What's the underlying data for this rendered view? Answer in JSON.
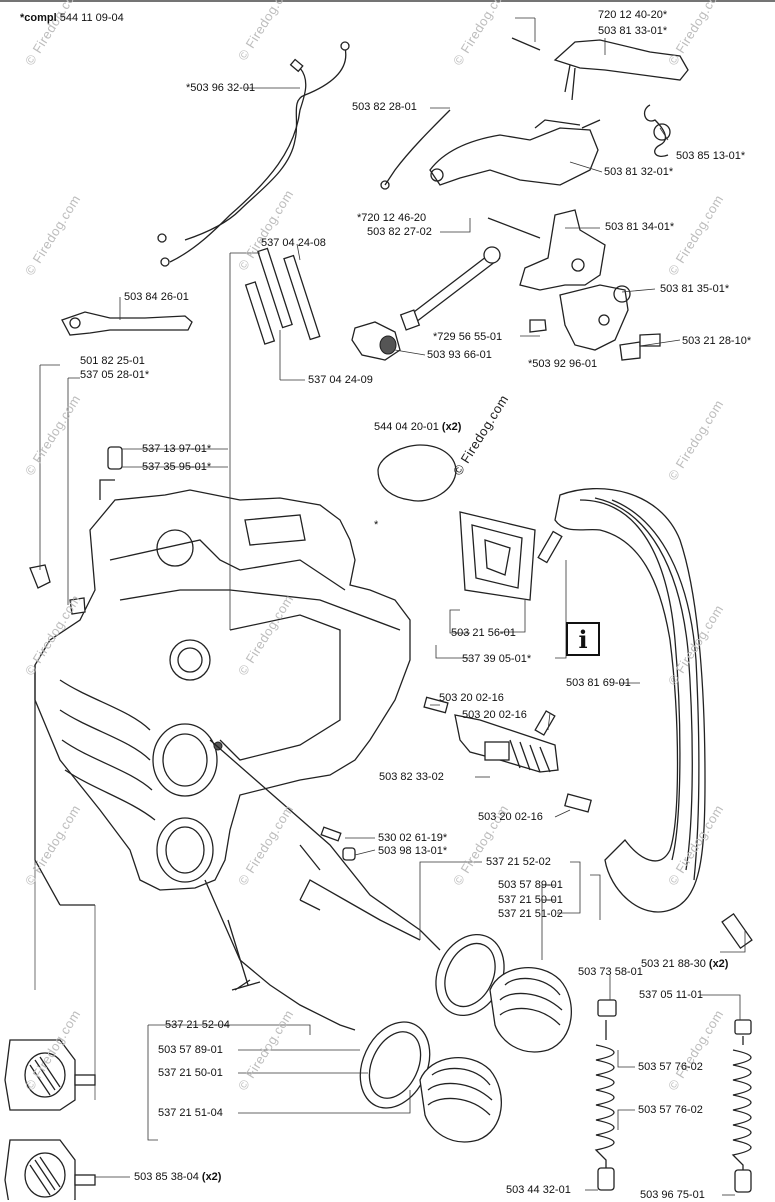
{
  "header": {
    "compl_prefix": "*compl",
    "compl_number": "544 11 09-04"
  },
  "watermark": {
    "text": "Firedog.com",
    "symbol": "©"
  },
  "info_symbol": "i",
  "labels": {
    "l_720_12_40_20": "720 12 40-20*",
    "l_503_81_33_01": "503 81 33-01*",
    "l_503_96_32_01": "*503 96 32-01",
    "l_503_82_28_01": "503 82 28-01",
    "l_503_85_13_01": "503 85 13-01*",
    "l_503_81_32_01": "503 81 32-01*",
    "l_720_12_46_20": "*720 12 46-20",
    "l_503_82_27_02": "503 82 27-02",
    "l_503_81_34_01": "503 81 34-01*",
    "l_537_04_24_08": "537 04 24-08",
    "l_503_81_35_01": "503 81 35-01*",
    "l_503_84_26_01": "503 84 26-01",
    "l_729_56_55_01": "*729 56 55-01",
    "l_503_21_28_10": "503 21 28-10*",
    "l_503_93_66_01": "503 93 66-01",
    "l_503_92_96_01": "*503 92 96-01",
    "l_501_82_25_01": "501 82 25-01",
    "l_537_05_28_01": "537 05 28-01*",
    "l_537_04_24_09": "537 04 24-09",
    "l_544_04_20_01": "544 04 20-01",
    "l_544_04_20_01_qty": "(x2)",
    "l_537_13_97_01": "537 13 97-01*",
    "l_537_35_95_01": "537 35 95-01*",
    "l_star": "*",
    "l_503_21_56_01": "503 21 56-01",
    "l_537_39_05_01": "537 39 05-01*",
    "l_503_81_69_01": "503 81 69-01",
    "l_503_20_02_16_a": "503 20 02-16",
    "l_503_20_02_16_b": "503 20 02-16",
    "l_503_82_33_02": "503 82 33-02",
    "l_503_20_02_16_c": "503 20 02-16",
    "l_530_02_61_19": "530 02 61-19*",
    "l_503_98_13_01": "503 98 13-01*",
    "l_537_21_52_02": "537 21 52-02",
    "l_503_57_89_01_a": "503 57 89-01",
    "l_537_21_50_01_a": "537 21 50-01",
    "l_537_21_51_02": "537 21 51-02",
    "l_503_21_88_30": "503 21 88-30",
    "l_503_21_88_30_qty": "(x2)",
    "l_503_73_58_01": "503 73 58-01",
    "l_537_05_11_01": "537 05 11-01",
    "l_537_21_52_04": "537 21 52-04",
    "l_503_57_89_01_b": "503 57 89-01",
    "l_537_21_50_01_b": "537 21 50-01",
    "l_503_57_76_02_a": "503 57 76-02",
    "l_537_21_51_04": "537 21 51-04",
    "l_503_57_76_02_b": "503 57 76-02",
    "l_503_85_38_04": "503 85 38-04",
    "l_503_85_38_04_qty": "(x2)",
    "l_503_44_32_01": "503 44 32-01",
    "l_503_96_75_01": "503 96 75-01"
  }
}
